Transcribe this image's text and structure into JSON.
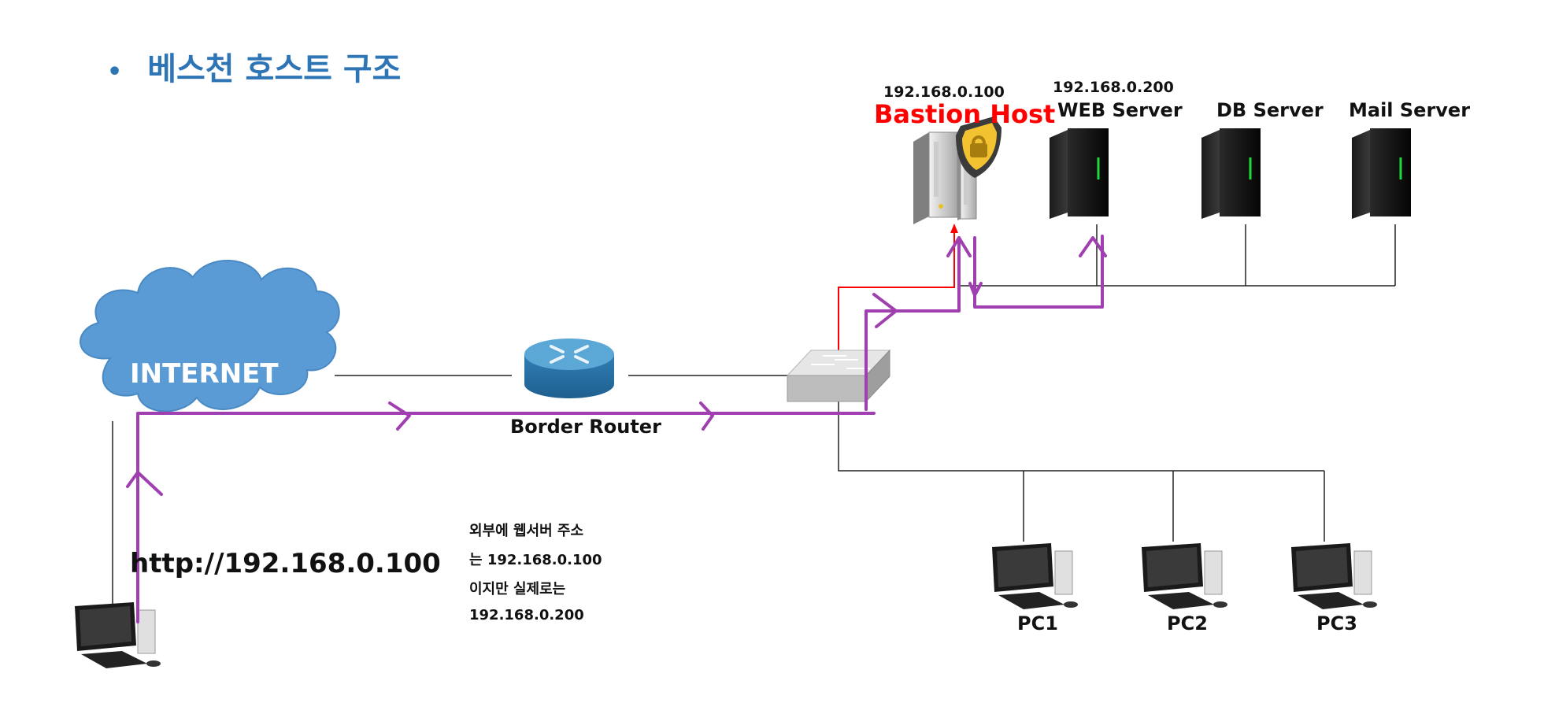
{
  "title": "베스천 호스트 구조",
  "cloud": {
    "label": "INTERNET"
  },
  "router": {
    "label": "Border Router"
  },
  "servers": [
    {
      "name": "Bastion Host",
      "ip": "192.168.0.100",
      "icon": "shield-server-icon"
    },
    {
      "name": "WEB Server",
      "ip": "192.168.0.200",
      "icon": "server-icon"
    },
    {
      "name": "DB Server",
      "ip": "",
      "icon": "server-icon"
    },
    {
      "name": "Mail Server",
      "ip": "",
      "icon": "server-icon"
    }
  ],
  "pcs": [
    {
      "name": "PC1"
    },
    {
      "name": "PC2"
    },
    {
      "name": "PC3"
    }
  ],
  "client": {
    "url": "http://192.168.0.100"
  },
  "note": {
    "lines": [
      "외부에 웹서버 주소",
      "는 192.168.0.100",
      "이지만 실제로는",
      "192.168.0.200"
    ]
  },
  "colors": {
    "title": "#2e75b6",
    "path": "#a040b0",
    "bastion": "#ff0000",
    "cloud": "#5b9bd5",
    "router": "#3b8ec2"
  }
}
